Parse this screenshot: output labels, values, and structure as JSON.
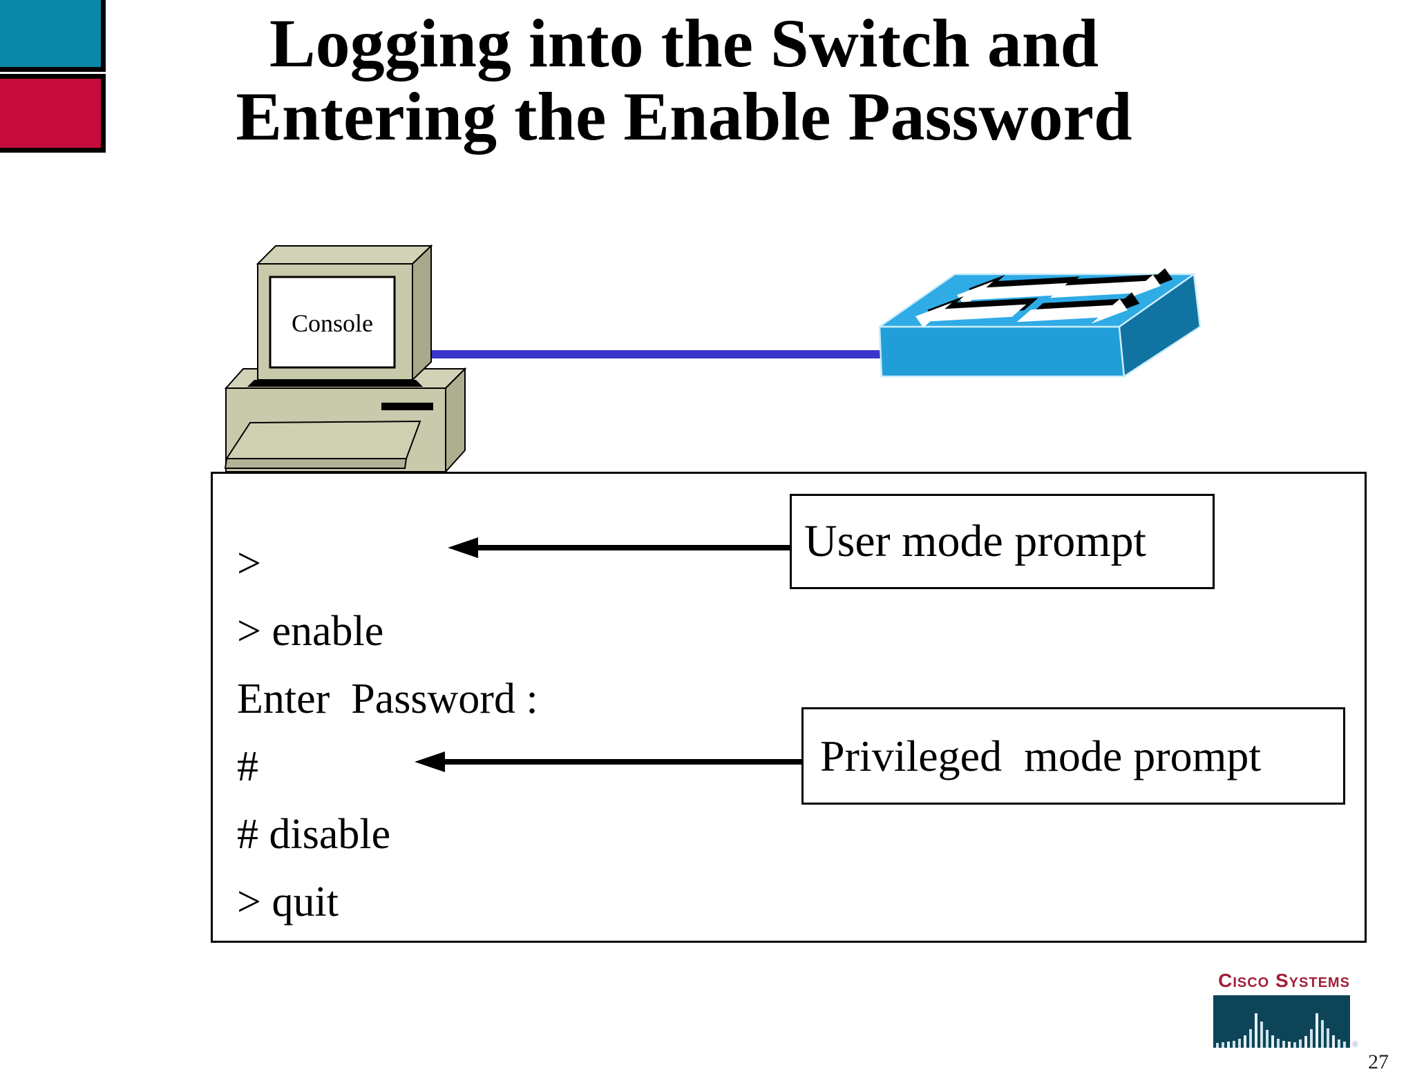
{
  "slide": {
    "title_line1": "Logging into the Switch and",
    "title_line2": "Entering the Enable Password",
    "page_number": "27"
  },
  "diagram": {
    "console_label": "Console",
    "icons": {
      "computer": "desktop-computer-icon",
      "switch": "cisco-switch-icon",
      "cable": "console-cable"
    }
  },
  "terminal": {
    "lines": [
      ">",
      "> enable",
      "Enter  Password :",
      "#",
      "# disable",
      "> quit"
    ]
  },
  "callouts": {
    "user_mode_label": "User mode prompt",
    "privileged_mode_label": "Privileged  mode prompt"
  },
  "logo": {
    "brand": "Cisco Systems",
    "registered_mark": "®"
  },
  "colors": {
    "accent_teal": "#0a86a8",
    "accent_crimson": "#c60c3c",
    "switch_blue_top": "#2fabe6",
    "switch_blue_front": "#219ed8",
    "switch_blue_side": "#1173a1",
    "cable_purple": "#3a35cb",
    "logo_red": "#a31e39",
    "logo_navy": "#0d4458"
  }
}
